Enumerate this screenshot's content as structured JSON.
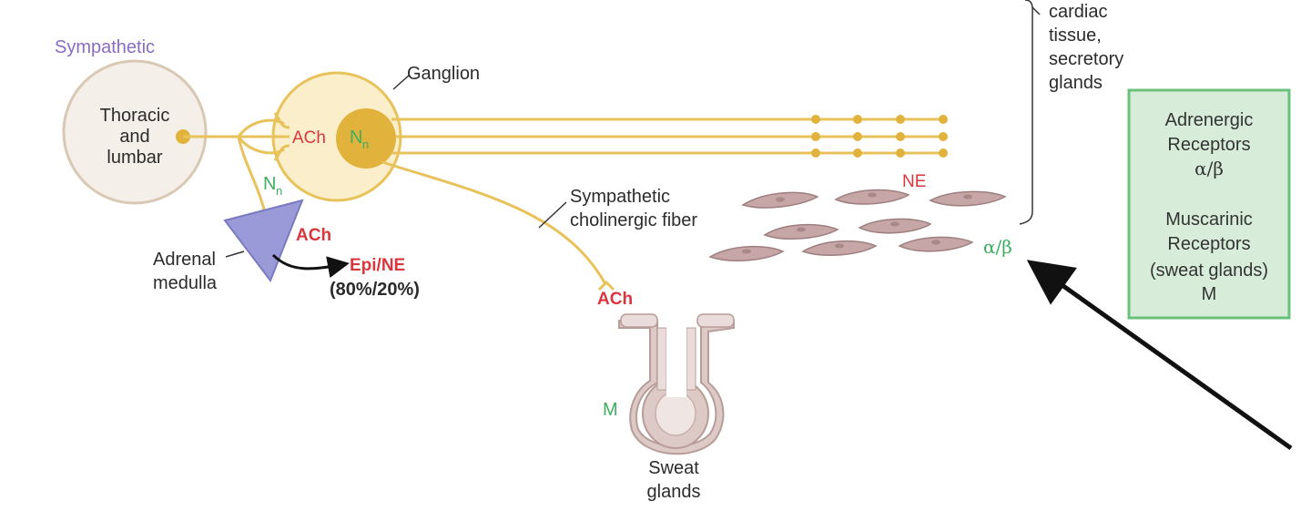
{
  "labels": {
    "sympathetic": "Sympathetic",
    "thoracic_line1": "Thoracic",
    "thoracic_line2": "and",
    "thoracic_line3": "lumbar",
    "ganglion": "Ganglion",
    "ach_ganglion": "ACh",
    "nn_ganglion": "N",
    "nn_sub": "n",
    "nn_branch": "N",
    "nn_branch_sub": "n",
    "ach_adrenal": "ACh",
    "adrenal_line1": "Adrenal",
    "adrenal_line2": "medulla",
    "epi_ne": "Epi/NE",
    "epi_ratio": "(80%/20%)",
    "symp_chol_line1": "Sympathetic",
    "symp_chol_line2": "cholinergic fiber",
    "ach_sweat": "ACh",
    "m_sweat": "M",
    "sweat_line1": "Sweat",
    "sweat_line2": "glands",
    "ne": "NE",
    "alpha_beta": "α/β",
    "target_line1": "cardiac",
    "target_line2": "tissue,",
    "target_line3": "secretory",
    "target_line4": "glands"
  },
  "receptor_box": {
    "line1": "Adrenergic",
    "line2": "Receptors",
    "line3": "α/β",
    "line4": "Muscarinic",
    "line5": "Receptors",
    "line6": "(sweat glands)",
    "line7": "M"
  },
  "colors": {
    "nerve": "#e8c25a",
    "nucleus": "#e2b33c",
    "cell_body": "#fbefcb",
    "spinal": "#f4efe9",
    "spinal_stroke": "#d9c8b4",
    "adrenal": "#9a9ad8",
    "muscle": "#c6a6a6",
    "gland": "#ddc9c6",
    "box_fill": "#d7ecd9",
    "box_stroke": "#6bc17c",
    "label_red": "#d9363e",
    "label_green": "#3fae62",
    "label_purple": "#8a6bc4"
  }
}
